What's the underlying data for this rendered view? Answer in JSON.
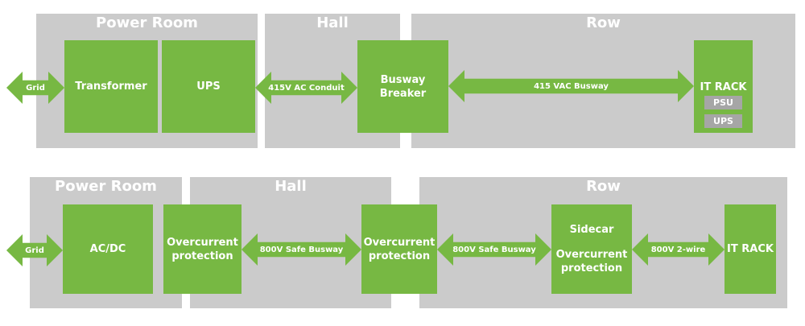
{
  "colors": {
    "zone": "#cbcbcb",
    "component": "#77b843",
    "subcomponent": "#a6a6a6",
    "text": "#ffffff"
  },
  "top": {
    "zones": {
      "power_room": "Power Room",
      "hall": "Hall",
      "row": "Row"
    },
    "boxes": {
      "transformer": "Transformer",
      "ups": "UPS",
      "busway_breaker": "Busway Breaker",
      "it_rack": "IT RACK",
      "psu": "PSU",
      "rack_ups": "UPS"
    },
    "arrows": {
      "grid": "Grid",
      "conduit": "415V AC Conduit",
      "busway": "415 VAC Busway"
    }
  },
  "bottom": {
    "zones": {
      "power_room": "Power Room",
      "hall": "Hall",
      "row": "Row"
    },
    "boxes": {
      "acdc": "AC/DC",
      "overcurrent1": "Overcurrent protection",
      "overcurrent2": "Overcurrent protection",
      "sidecar": "Sidecar",
      "sidecar_protection": "Overcurrent protection",
      "it_rack": "IT RACK"
    },
    "arrows": {
      "grid": "Grid",
      "busway1": "800V Safe Busway",
      "busway2": "800V Safe Busway",
      "two_wire": "800V 2-wire"
    }
  }
}
